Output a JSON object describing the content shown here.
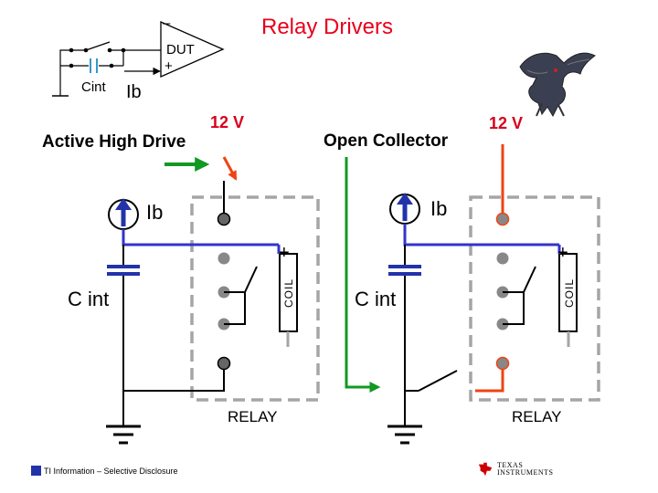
{
  "title": "Relay Drivers",
  "dut": {
    "minus": "–",
    "label": "DUT",
    "plus": "+",
    "cint": "Cint",
    "ib": "Ib"
  },
  "left": {
    "heading": "Active High Drive",
    "voltage": "12 V",
    "ib": "Ib",
    "cint": "C int",
    "coil": "COIL",
    "plus": "+",
    "relay": "RELAY"
  },
  "right": {
    "heading": "Open Collector",
    "voltage": "12 V",
    "ib": "Ib",
    "cint": "C int",
    "coil": "COIL",
    "plus": "+",
    "relay": "RELAY"
  },
  "footer": {
    "text": "TI Information – Selective Disclosure",
    "logo_line1": "TEXAS",
    "logo_line2": "INSTRUMENTS"
  },
  "colors": {
    "title": "#e8001c",
    "blue_wire": "#3333cc",
    "red_wire": "#ee4411",
    "green_arrow": "#119922",
    "relay_box": "#999999"
  }
}
